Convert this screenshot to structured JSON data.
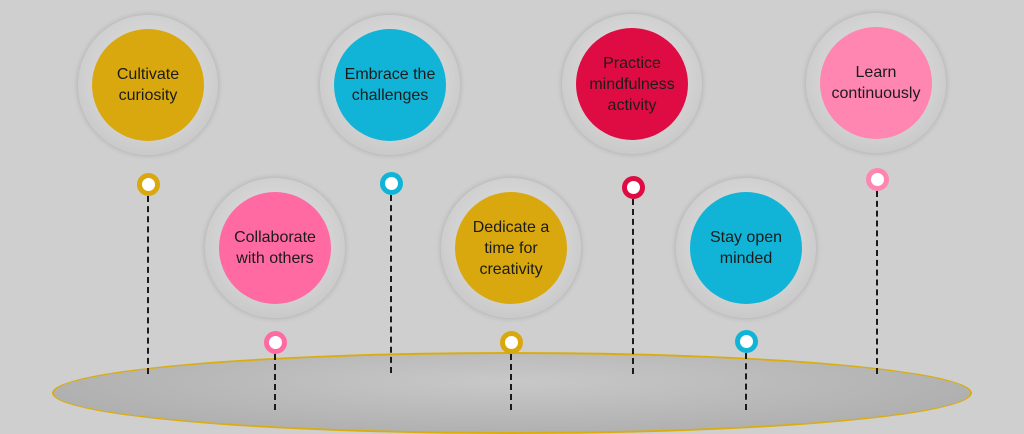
{
  "colors": {
    "background": "#cfcfcf",
    "gold": "#d9a80e",
    "teal": "#11b4d6",
    "crimson": "#df0c43",
    "pink": "#ff6aa2",
    "pink_light": "#ff86b0"
  },
  "items": [
    {
      "label": "Cultivate\ncuriosity",
      "color": "gold"
    },
    {
      "label": "Collaborate\nwith others",
      "color": "pink"
    },
    {
      "label": "Embrace the\nchallenges",
      "color": "teal"
    },
    {
      "label": "Dedicate a\ntime for\ncreativity",
      "color": "gold"
    },
    {
      "label": "Practice\nmindfulness\nactivity",
      "color": "crimson"
    },
    {
      "label": "Stay open\nminded",
      "color": "teal"
    },
    {
      "label": "Learn\ncontinuously",
      "color": "pink_light"
    }
  ]
}
